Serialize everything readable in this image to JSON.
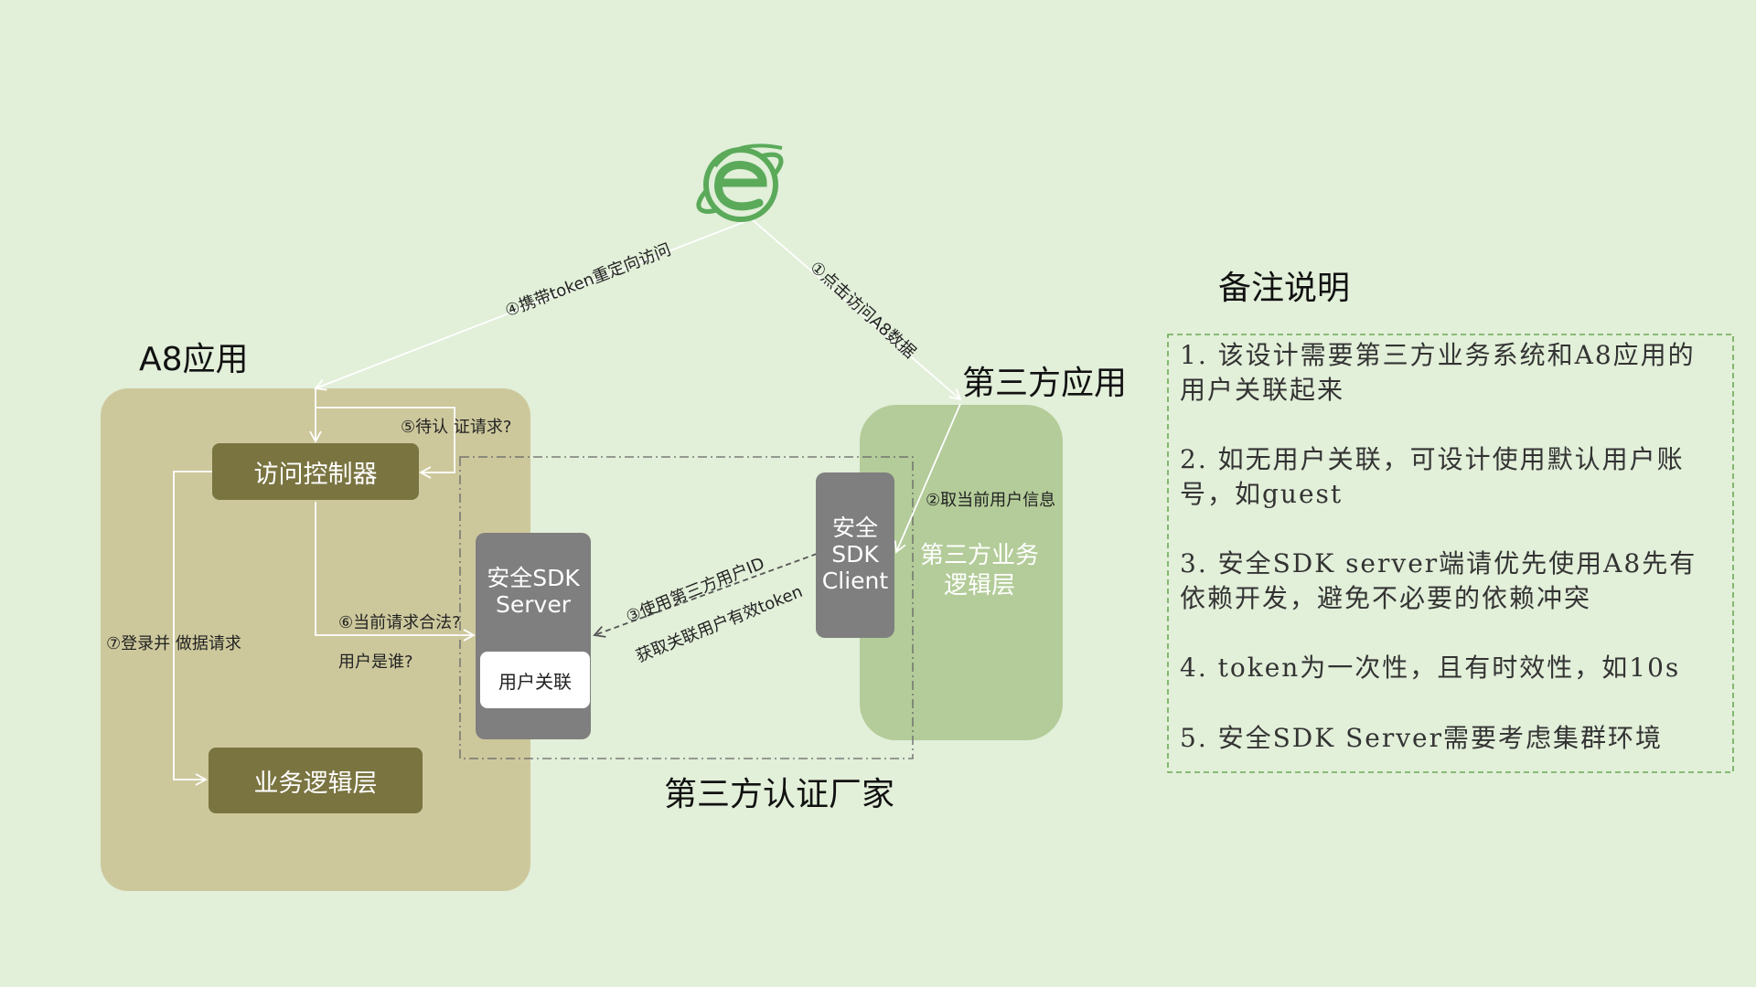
{
  "regions": {
    "a8_app": "A8应用",
    "third_party_app": "第三方应用",
    "third_party_auth": "第三方认证厂家"
  },
  "nodes": {
    "access_controller": "访问控制器",
    "business_logic": "业务逻辑层",
    "sdk_server": "安全SDK\nServer",
    "user_link": "用户关联",
    "sdk_client": "安全\nSDK\nClient",
    "third_party_logic": "第三方业务\n逻辑层"
  },
  "edges": {
    "e1": "①点击访问A8数据",
    "e2": "②取当前用户信息",
    "e3a": "③使用第三方用户ID",
    "e3b": "获取关联用户有效token",
    "e4": "④携带token重定向访问",
    "e5": "⑤待认 证请求?",
    "e6a": "⑥当前请求合法?",
    "e6b": "用户是谁?",
    "e7": "⑦登录并 做据请求"
  },
  "notes": {
    "title": "备注说明",
    "items": [
      "1. 该设计需要第三方业务系统和A8应用的用户关联起来",
      "2. 如无用户关联，可设计使用默认用户账号，如guest",
      "3. 安全SDK server端请优先使用A8先有依赖开发，避免不必要的依赖冲突",
      "4. token为一次性，且有时效性，如10s",
      "5. 安全SDK Server需要考虑集群环境"
    ]
  },
  "icons": {
    "browser": "ie-browser-icon"
  },
  "colors": {
    "background": "#e2efd9",
    "a8_panel": "#cdc89c",
    "olive": "#7a7441",
    "third_party_panel": "#b3cc99",
    "gray": "#7f7f7f",
    "ie_green": "#5aaa5a",
    "notes_border": "#6aaa55"
  }
}
